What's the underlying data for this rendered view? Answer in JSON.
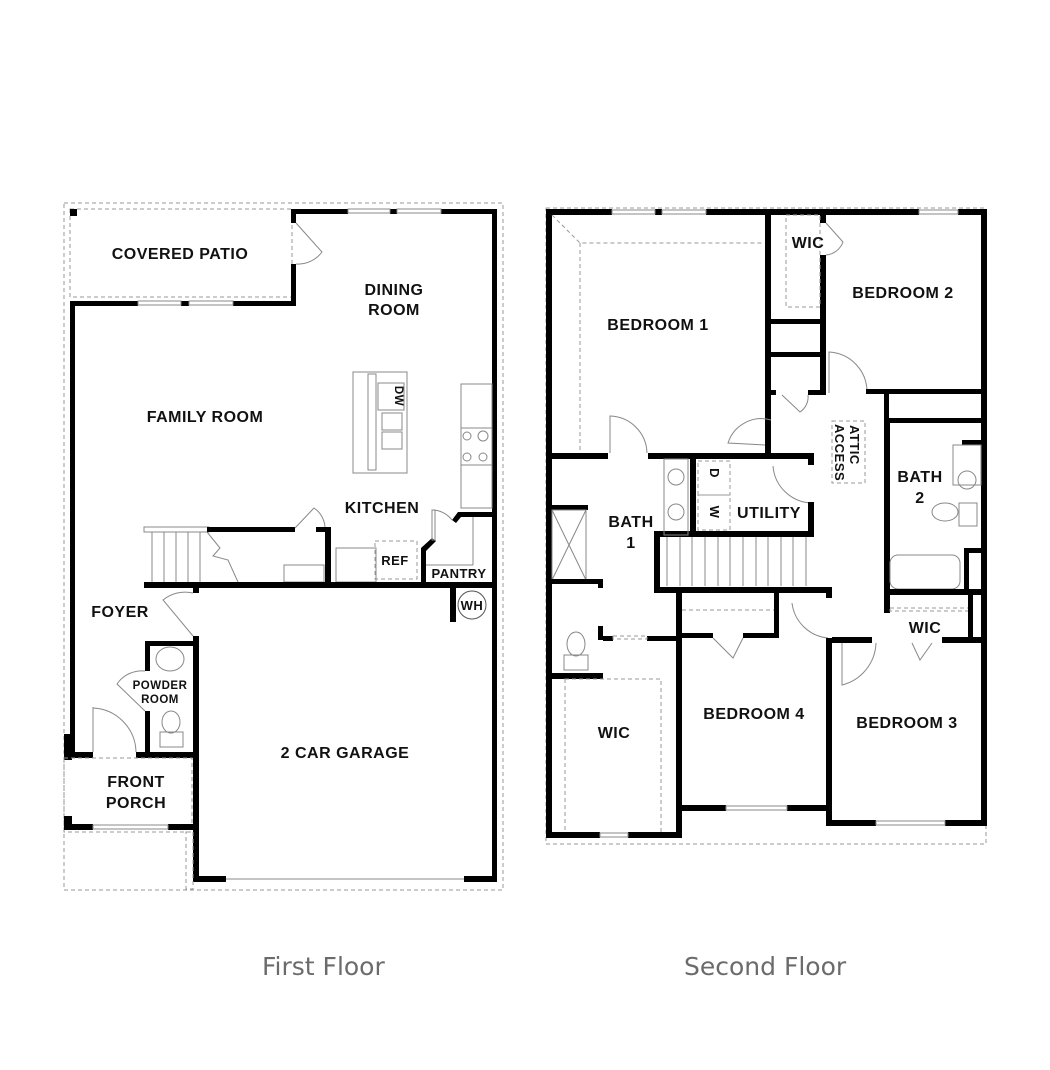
{
  "first_floor": {
    "caption": "First Floor",
    "rooms": {
      "covered_patio": "COVERED PATIO",
      "dining_room_1": "DINING",
      "dining_room_2": "ROOM",
      "family_room": "FAMILY ROOM",
      "kitchen": "KITCHEN",
      "dishwasher": "DW",
      "refrigerator": "REF",
      "pantry": "PANTRY",
      "water_heater": "WH",
      "foyer": "FOYER",
      "powder_room_1": "POWDER",
      "powder_room_2": "ROOM",
      "front_porch_1": "FRONT",
      "front_porch_2": "PORCH",
      "garage": "2 CAR GARAGE"
    }
  },
  "second_floor": {
    "caption": "Second Floor",
    "rooms": {
      "bedroom_1": "BEDROOM 1",
      "wic_top": "WIC",
      "bedroom_2": "BEDROOM 2",
      "attic_access_1": "ATTIC",
      "attic_access_2": "ACCESS",
      "bath_2_1": "BATH",
      "bath_2_2": "2",
      "bath_1_1": "BATH",
      "bath_1_2": "1",
      "dryer": "D",
      "washer": "W",
      "utility": "UTILITY",
      "wic_bath2": "WIC",
      "wic_bottom": "WIC",
      "bedroom_4": "BEDROOM 4",
      "bedroom_3": "BEDROOM 3"
    }
  },
  "colors": {
    "wall": "#000000",
    "caption": "#6b6b6b",
    "background": "#ffffff"
  }
}
